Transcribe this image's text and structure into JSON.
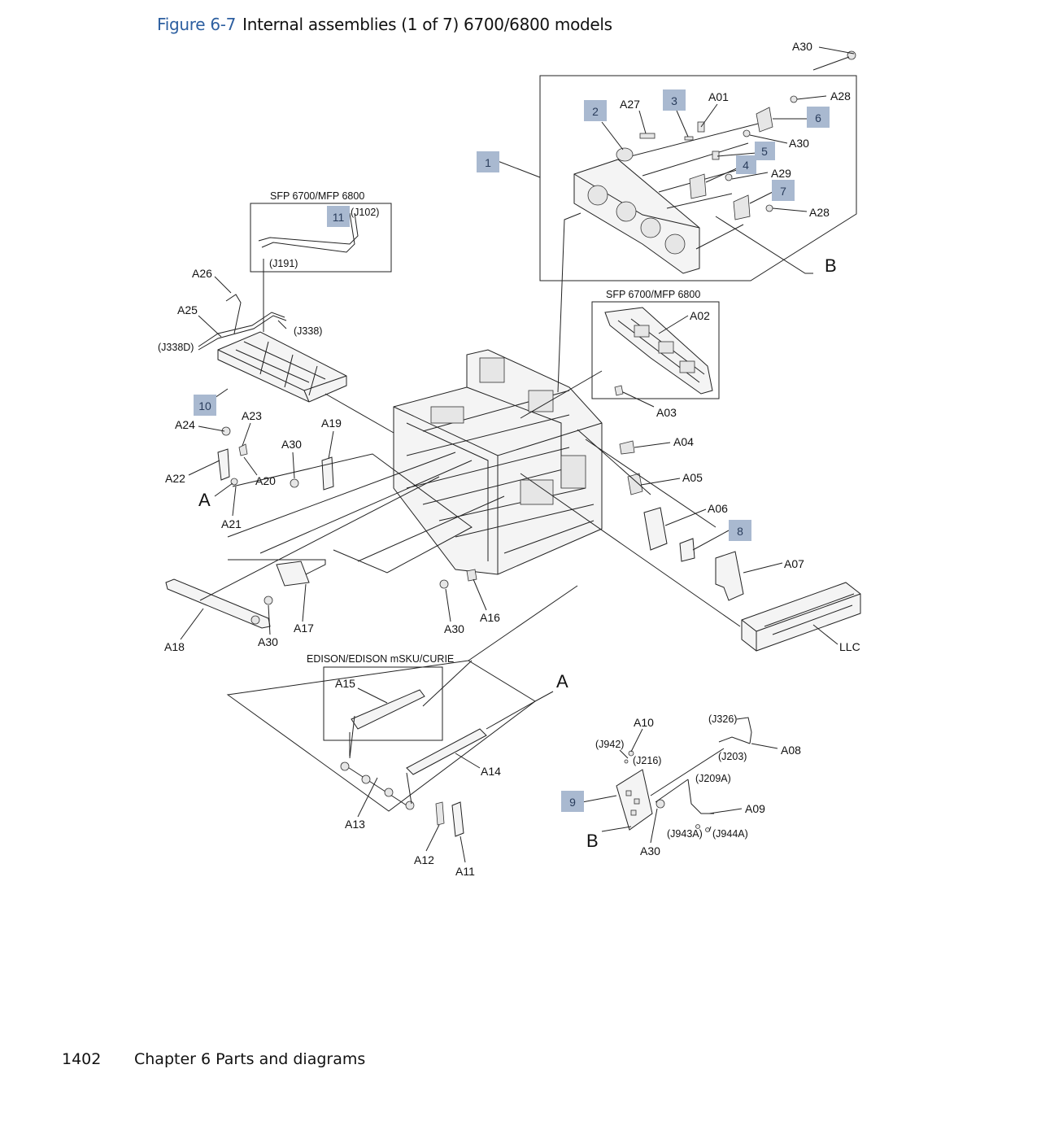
{
  "figure": {
    "number": "Figure 6-7",
    "title": "Internal assemblies (1 of 7) 6700/6800 models"
  },
  "colors": {
    "callout_fill": "#a9b9d0",
    "title_accent": "#2d5fa0"
  },
  "group_labels": {
    "sfp_top": "SFP 6700/MFP 6800",
    "sfp_mid": "SFP 6700/MFP 6800",
    "edison": "EDISON/EDISON mSKU/CURIE"
  },
  "callouts": {
    "c1": "1",
    "c2": "2",
    "c3": "3",
    "c4": "4",
    "c5": "5",
    "c6": "6",
    "c7": "7",
    "c8": "8",
    "c9": "9",
    "c10": "10",
    "c11": "11"
  },
  "parts": {
    "A01": "A01",
    "A02": "A02",
    "A03": "A03",
    "A04": "A04",
    "A05": "A05",
    "A06": "A06",
    "A07": "A07",
    "A08": "A08",
    "A09": "A09",
    "A10": "A10",
    "A11": "A11",
    "A12": "A12",
    "A13": "A13",
    "A14": "A14",
    "A15": "A15",
    "A16": "A16",
    "A17": "A17",
    "A18": "A18",
    "A19": "A19",
    "A20": "A20",
    "A21": "A21",
    "A22": "A22",
    "A23": "A23",
    "A24": "A24",
    "A25": "A25",
    "A26": "A26",
    "A27": "A27",
    "A28": "A28",
    "A29": "A29",
    "A30": "A30",
    "LLC": "LLC"
  },
  "connectors": {
    "J102": "(J102)",
    "J191": "(J191)",
    "J338": "(J338)",
    "J338D": "(J338D)",
    "J326": "(J326)",
    "J942": "(J942)",
    "J216": "(J216)",
    "J203": "(J203)",
    "J209A": "(J209A)",
    "J943A": "(J943A)",
    "J944A": "(J944A)"
  },
  "refs": {
    "A": "A",
    "B": "B"
  },
  "footer": {
    "page": "1402",
    "chapter": "Chapter 6  Parts and diagrams"
  }
}
